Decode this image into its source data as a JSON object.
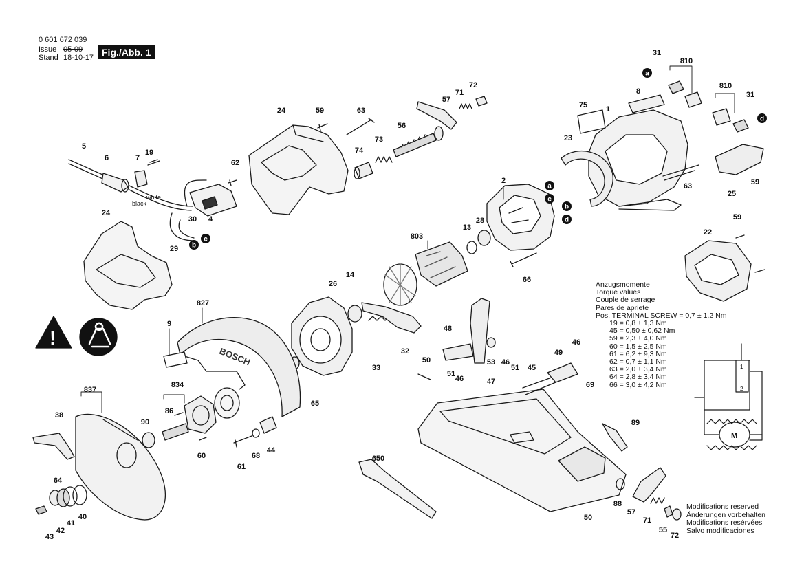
{
  "header": {
    "doc_number": "0 601 672 039",
    "issue_label": "Issue",
    "issue_value": "05-09",
    "stand_label": "Stand",
    "stand_value": "18-10-17",
    "figure_label": "Fig./Abb. 1"
  },
  "torque_table": {
    "headings": [
      "Anzugsmomente",
      "Torque values",
      "Couple de serrage",
      "Pares de apriete"
    ],
    "terminal_screw": "Pos. TERMINAL SCREW = 0,7 ± 1,2 Nm",
    "rows": [
      "19 = 0,8 ± 1,3 Nm",
      "45 = 0,50 ± 0,62 Nm",
      "59 = 2,3 ± 4,0 Nm",
      "60 = 1,5 ± 2,5 Nm",
      "61 = 6,2 ± 9,3 Nm",
      "62 = 0,7 ± 1,1 Nm",
      "63 = 2,0 ± 3,4 Nm",
      "64 = 2,8 ± 3,4 Nm",
      "66 = 3,0 ± 4,2 Nm"
    ]
  },
  "modifications": [
    "Modifications reserved",
    "Änderungen vorbehalten",
    "Modifications resérvées",
    "Salvo modificaciones"
  ],
  "wire_labels": {
    "white": "white",
    "black": "black"
  },
  "connection_markers": [
    "a",
    "b",
    "c",
    "d"
  ],
  "brand_text": "BOSCH",
  "circuit": {
    "motor_label": "M",
    "switch_label_1": "1",
    "switch_label_2": "2"
  },
  "part_numbers": [
    "1",
    "2",
    "4",
    "5",
    "6",
    "7",
    "8",
    "9",
    "13",
    "14",
    "19",
    "22",
    "23",
    "24",
    "25",
    "26",
    "28",
    "29",
    "30",
    "31",
    "32",
    "33",
    "38",
    "40",
    "41",
    "42",
    "43",
    "44",
    "45",
    "46",
    "47",
    "48",
    "49",
    "50",
    "51",
    "53",
    "55",
    "56",
    "57",
    "59",
    "60",
    "61",
    "62",
    "63",
    "64",
    "65",
    "66",
    "68",
    "69",
    "71",
    "72",
    "73",
    "74",
    "75",
    "86",
    "88",
    "89",
    "90",
    "650",
    "803",
    "810",
    "827",
    "834",
    "837"
  ]
}
